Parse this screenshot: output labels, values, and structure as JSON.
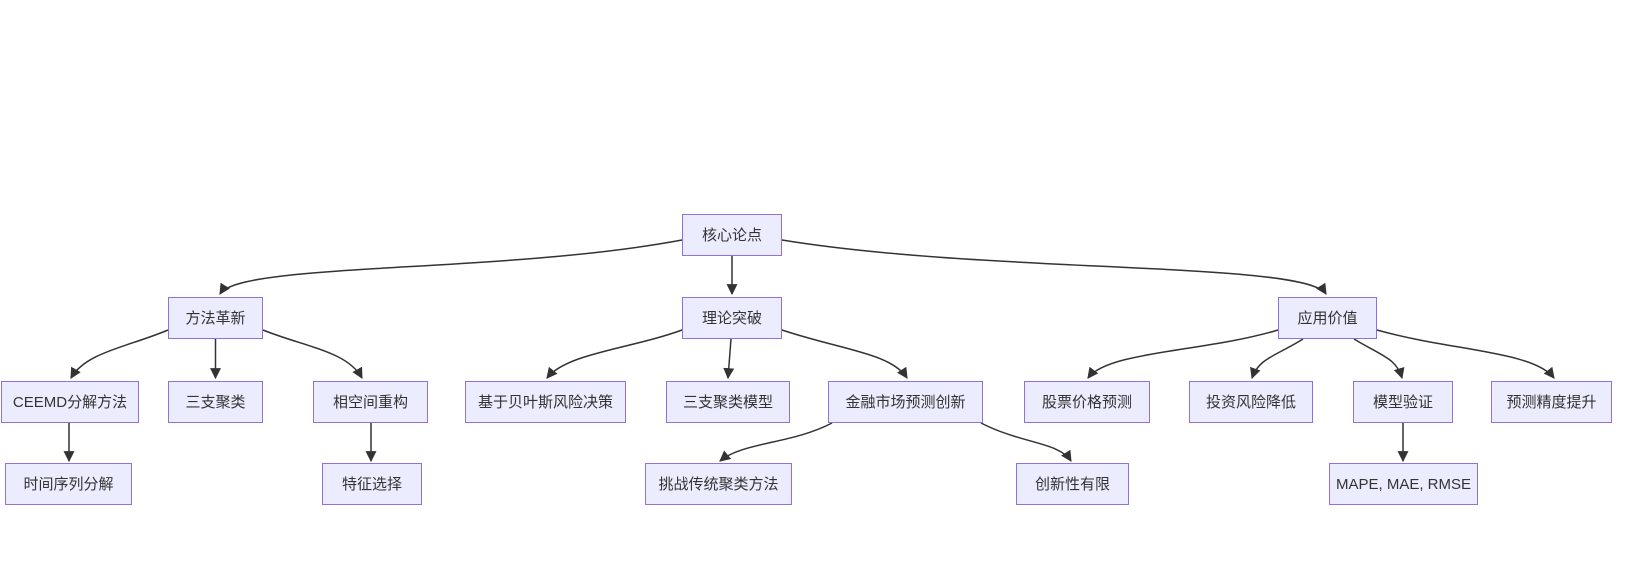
{
  "diagram": {
    "type": "flowchart",
    "direction": "top-down",
    "colors": {
      "background": "#ffffff",
      "node_fill": "#ECECFF",
      "node_border": "#9370DB",
      "edge": "#333333",
      "text": "#333333"
    },
    "nodes": [
      {
        "id": "core-thesis",
        "label": "核心论点",
        "level": 0,
        "parent": null
      },
      {
        "id": "method-innovation",
        "label": "方法革新",
        "level": 1,
        "parent": "core-thesis"
      },
      {
        "id": "theory-breakthrough",
        "label": "理论突破",
        "level": 1,
        "parent": "core-thesis"
      },
      {
        "id": "application-value",
        "label": "应用价值",
        "level": 1,
        "parent": "core-thesis"
      },
      {
        "id": "ceemd-decomposition",
        "label": "CEEMD分解方法",
        "level": 2,
        "parent": "method-innovation"
      },
      {
        "id": "three-way-clustering",
        "label": "三支聚类",
        "level": 2,
        "parent": "method-innovation"
      },
      {
        "id": "phase-space-reconstruction",
        "label": "相空间重构",
        "level": 2,
        "parent": "method-innovation"
      },
      {
        "id": "bayes-risk-decision",
        "label": "基于贝叶斯风险决策",
        "level": 2,
        "parent": "theory-breakthrough"
      },
      {
        "id": "three-way-clustering-model",
        "label": "三支聚类模型",
        "level": 2,
        "parent": "theory-breakthrough"
      },
      {
        "id": "financial-forecast-innovation",
        "label": "金融市场预测创新",
        "level": 2,
        "parent": "theory-breakthrough"
      },
      {
        "id": "stock-price-prediction",
        "label": "股票价格预测",
        "level": 2,
        "parent": "application-value"
      },
      {
        "id": "investment-risk-reduction",
        "label": "投资风险降低",
        "level": 2,
        "parent": "application-value"
      },
      {
        "id": "model-validation",
        "label": "模型验证",
        "level": 2,
        "parent": "application-value"
      },
      {
        "id": "prediction-precision-improvement",
        "label": "预测精度提升",
        "level": 2,
        "parent": "application-value"
      },
      {
        "id": "time-series-decomposition",
        "label": "时间序列分解",
        "level": 3,
        "parent": "ceemd-decomposition"
      },
      {
        "id": "feature-selection",
        "label": "特征选择",
        "level": 3,
        "parent": "phase-space-reconstruction"
      },
      {
        "id": "challenge-traditional-clustering",
        "label": "挑战传统聚类方法",
        "level": 3,
        "parent": "financial-forecast-innovation"
      },
      {
        "id": "limited-novelty",
        "label": "创新性有限",
        "level": 3,
        "parent": "financial-forecast-innovation"
      },
      {
        "id": "error-metrics",
        "label": "MAPE, MAE, RMSE",
        "level": 3,
        "parent": "model-validation"
      }
    ],
    "edges": [
      {
        "from": "核心论点",
        "to": "方法革新"
      },
      {
        "from": "核心论点",
        "to": "理论突破"
      },
      {
        "from": "核心论点",
        "to": "应用价值"
      },
      {
        "from": "方法革新",
        "to": "CEEMD分解方法"
      },
      {
        "from": "方法革新",
        "to": "三支聚类"
      },
      {
        "from": "方法革新",
        "to": "相空间重构"
      },
      {
        "from": "CEEMD分解方法",
        "to": "时间序列分解"
      },
      {
        "from": "相空间重构",
        "to": "特征选择"
      },
      {
        "from": "理论突破",
        "to": "基于贝叶斯风险决策"
      },
      {
        "from": "理论突破",
        "to": "三支聚类模型"
      },
      {
        "from": "理论突破",
        "to": "金融市场预测创新"
      },
      {
        "from": "金融市场预测创新",
        "to": "挑战传统聚类方法"
      },
      {
        "from": "金融市场预测创新",
        "to": "创新性有限"
      },
      {
        "from": "应用价值",
        "to": "股票价格预测"
      },
      {
        "from": "应用价值",
        "to": "投资风险降低"
      },
      {
        "from": "应用价值",
        "to": "模型验证"
      },
      {
        "from": "应用价值",
        "to": "预测精度提升"
      },
      {
        "from": "模型验证",
        "to": "MAPE, MAE, RMSE"
      }
    ]
  }
}
